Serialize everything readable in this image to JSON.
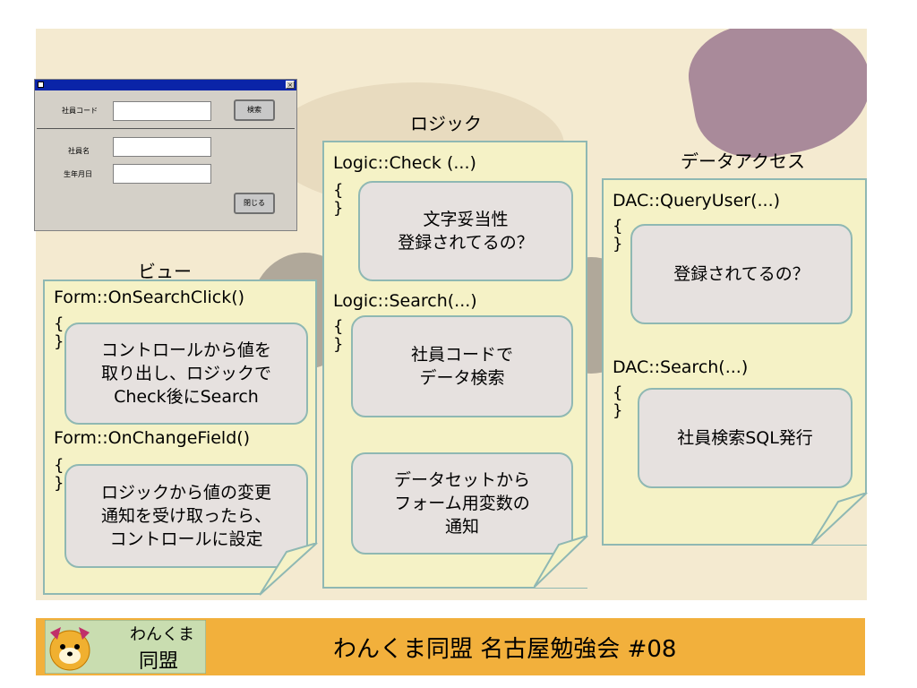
{
  "mock_form": {
    "label_code": "社員コード",
    "search_button": "検索",
    "label_name": "社員名",
    "label_birth": "生年月日",
    "close_button": "閉じる",
    "close_x": "×"
  },
  "view": {
    "heading": "ビュー",
    "func1": "Form::OnSearchClick()",
    "bubble1": "コントロールから値を\n取り出し、ロジックで\nCheck後にSearch",
    "func2": "Form::OnChangeField()",
    "bubble2": "ロジックから値の変更\n通知を受け取ったら、\nコントロールに設定"
  },
  "logic": {
    "heading": "ロジック",
    "func1": "Logic::Check (...)",
    "bubble1": "文字妥当性\n登録されてるの？",
    "func2": "Logic::Search(...)",
    "bubble2": "社員コードで\nデータ検索",
    "bubble3": "データセットから\nフォーム用変数の\n通知"
  },
  "dac": {
    "heading": "データアクセス",
    "func1": "DAC::QueryUser(...)",
    "bubble1": "登録されてるの？",
    "func2": "DAC::Search(...)",
    "bubble2": "社員検索SQL発行"
  },
  "braces": {
    "open": "{",
    "close": "}"
  },
  "footer": {
    "logo_line1": "わんくま",
    "logo_line2": "同盟",
    "title": "わんくま同盟 名古屋勉強会 #08"
  }
}
